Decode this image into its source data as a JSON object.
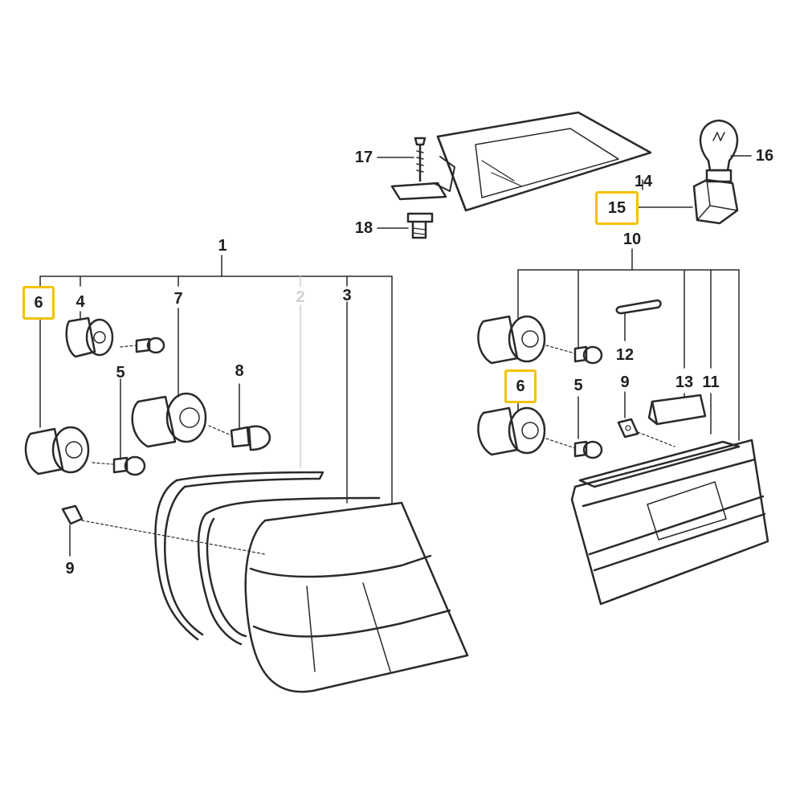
{
  "labels": {
    "l1": "1",
    "l2": "2",
    "l3": "3",
    "l4": "4",
    "l5a": "5",
    "l5b": "5",
    "l6a": "6",
    "l6b": "6",
    "l7": "7",
    "l8": "8",
    "l9a": "9",
    "l9b": "9",
    "l10": "10",
    "l11": "11",
    "l12": "12",
    "l13": "13",
    "l14": "14",
    "l15": "15",
    "l16": "16",
    "l17": "17",
    "l18": "18"
  },
  "highlighted_labels": [
    "6",
    "6",
    "15"
  ],
  "colors": {
    "line": "#2a2a2a",
    "highlight": "#f2c200",
    "faded": "#cfcfcf"
  }
}
